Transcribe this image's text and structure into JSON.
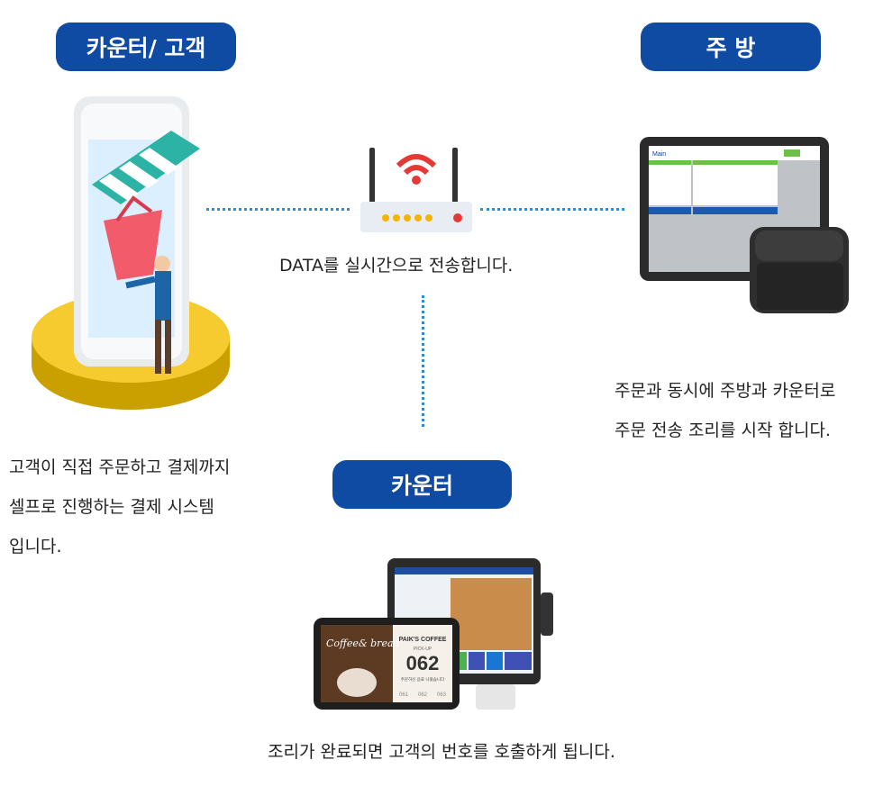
{
  "labels": {
    "counter_customer": "카운터/ 고객",
    "kitchen": "주 방",
    "counter": "카운터"
  },
  "router_caption": "DATA를 실시간으로 전송합니다.",
  "kiosk_desc": [
    "고객이 직접 주문하고 결제까지",
    "셀프로 진행하는 결제 시스템",
    "입니다."
  ],
  "kitchen_desc": [
    "주문과 동시에 주방과 카운터로",
    "주문 전송 조리를 시작 합니다."
  ],
  "counter_caption": "조리가 완료되면 고객의 번호를 호출하게 됩니다.",
  "order_display": {
    "brand": "PAIK'S COFFEE",
    "pick_up": "PICK-UP",
    "number": "062",
    "notice": "주문하신 음료 나왔습니다",
    "queue": [
      "061",
      "062",
      "063"
    ],
    "promo_title": "Coffee& bread"
  },
  "kitchen_screen": {
    "title": "Main"
  }
}
